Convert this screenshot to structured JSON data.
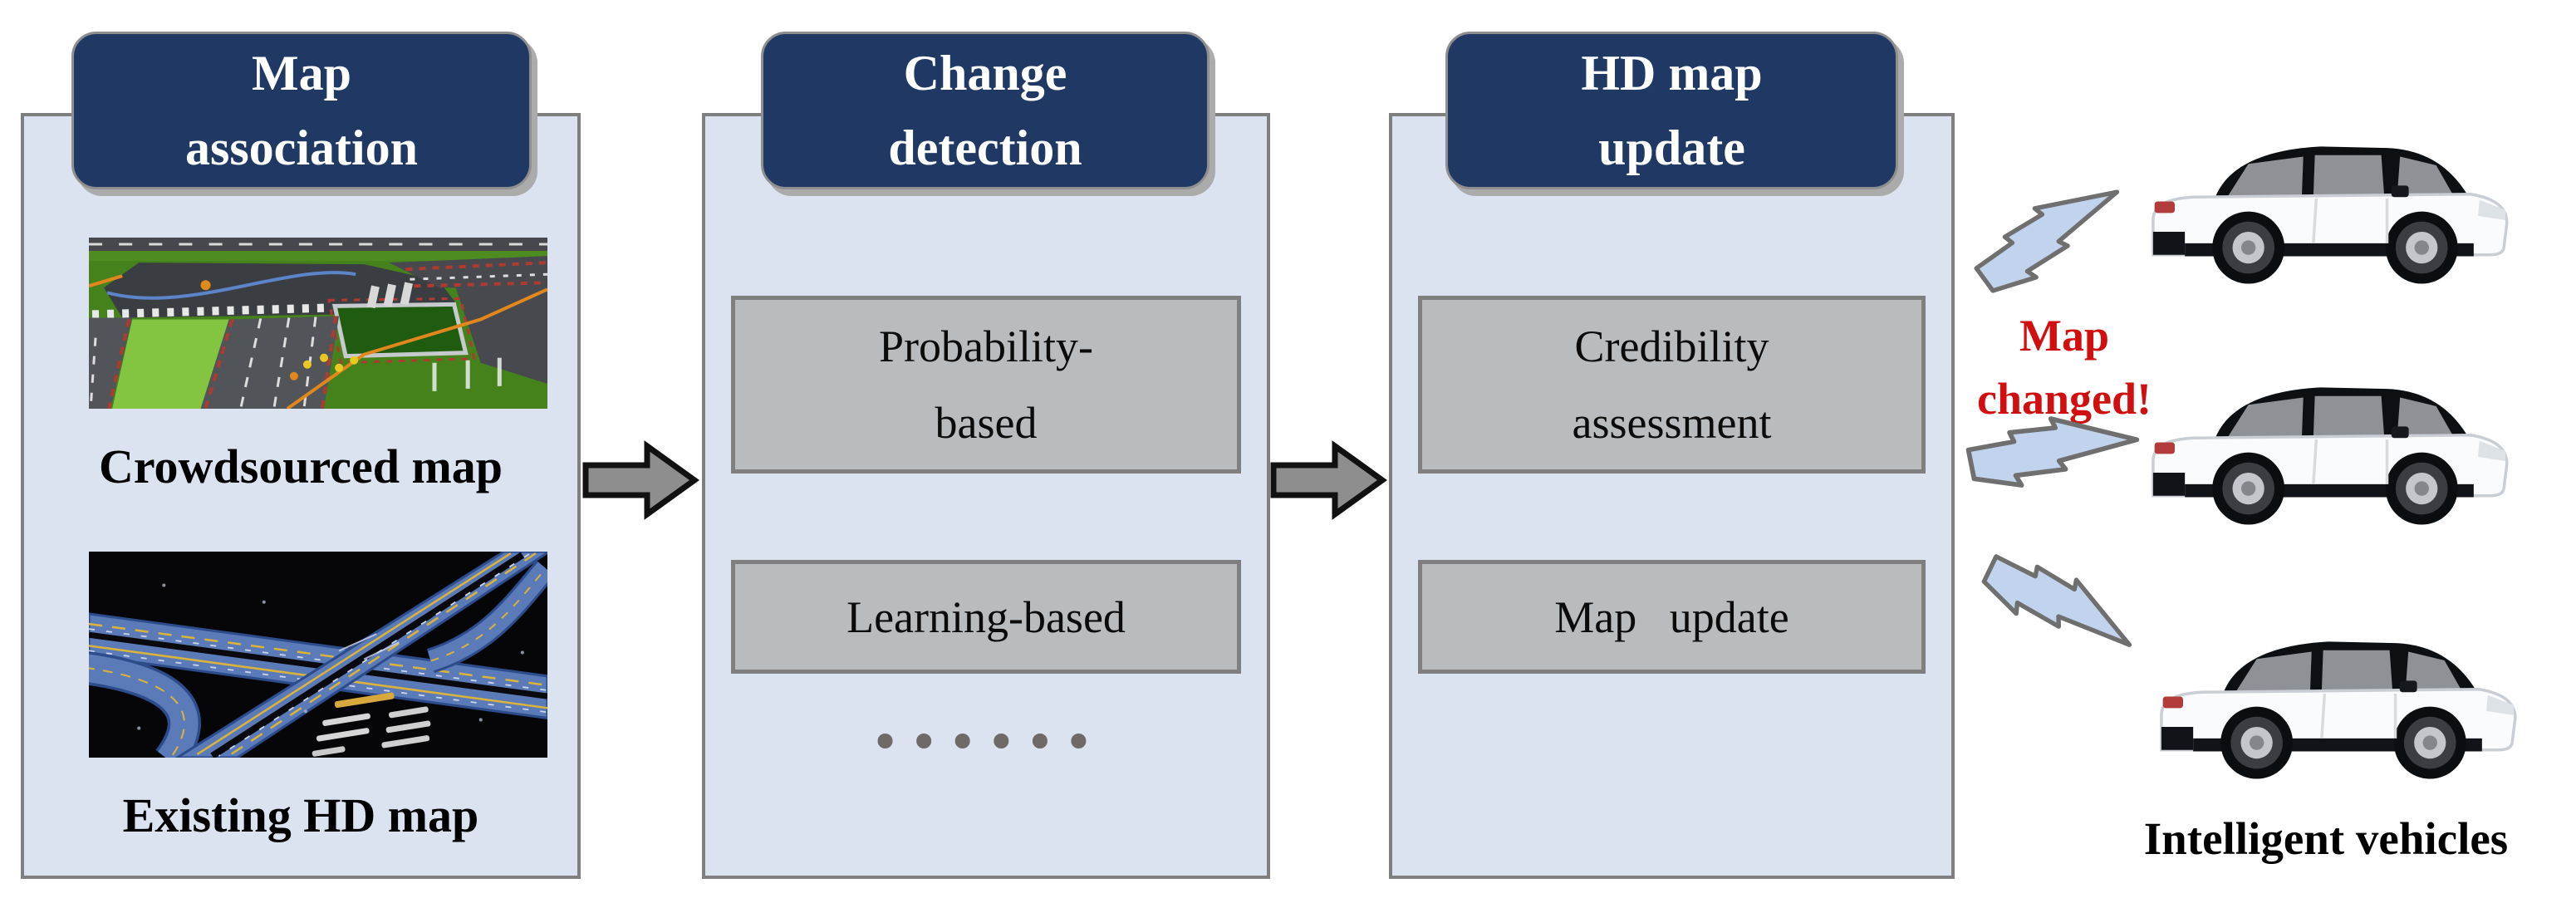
{
  "colors": {
    "panel_fill": "#dbe3f0",
    "panel_border": "#7f7f7f",
    "header_fill": "#1f3864",
    "header_text": "#ffffff",
    "method_box_fill": "#b9bcbf",
    "method_box_border": "#7f7f7f",
    "arrow_fill": "#8e8e8e",
    "arrow_outline": "#111111",
    "bolt_fill": "#c2d3ee",
    "bolt_outline": "#6f6f6f",
    "alert_text": "#d10f0f",
    "ellipsis_dots": "#6f6a68"
  },
  "stages": [
    {
      "title_lines": [
        "Map",
        "association"
      ],
      "items": [
        {
          "caption": "Crowdsourced map"
        },
        {
          "caption": "Existing HD map"
        }
      ]
    },
    {
      "title_lines": [
        "Change",
        "detection"
      ],
      "methods": [
        {
          "line1": "Probability-",
          "line2": "based"
        },
        {
          "line1": "Learning-based",
          "line2": null
        }
      ],
      "more_dots": "••••••"
    },
    {
      "title_lines": [
        "HD map",
        "update"
      ],
      "methods": [
        {
          "line1": "Credibility",
          "line2": "assessment"
        },
        {
          "line1": "Map update",
          "line2": null
        }
      ]
    }
  ],
  "annotations": {
    "alert_lines": [
      "Map",
      "changed!"
    ],
    "vehicles_label": "Intelligent vehicles"
  },
  "icons": {
    "flow_arrow": "block-arrow-right",
    "broadcast": "lightning-bolt",
    "vehicle": "suv-car-side-view",
    "stage1_image1": "crowdsourced-3d-road-map-thumbnail",
    "stage1_image2": "hd-vector-road-map-thumbnail"
  }
}
